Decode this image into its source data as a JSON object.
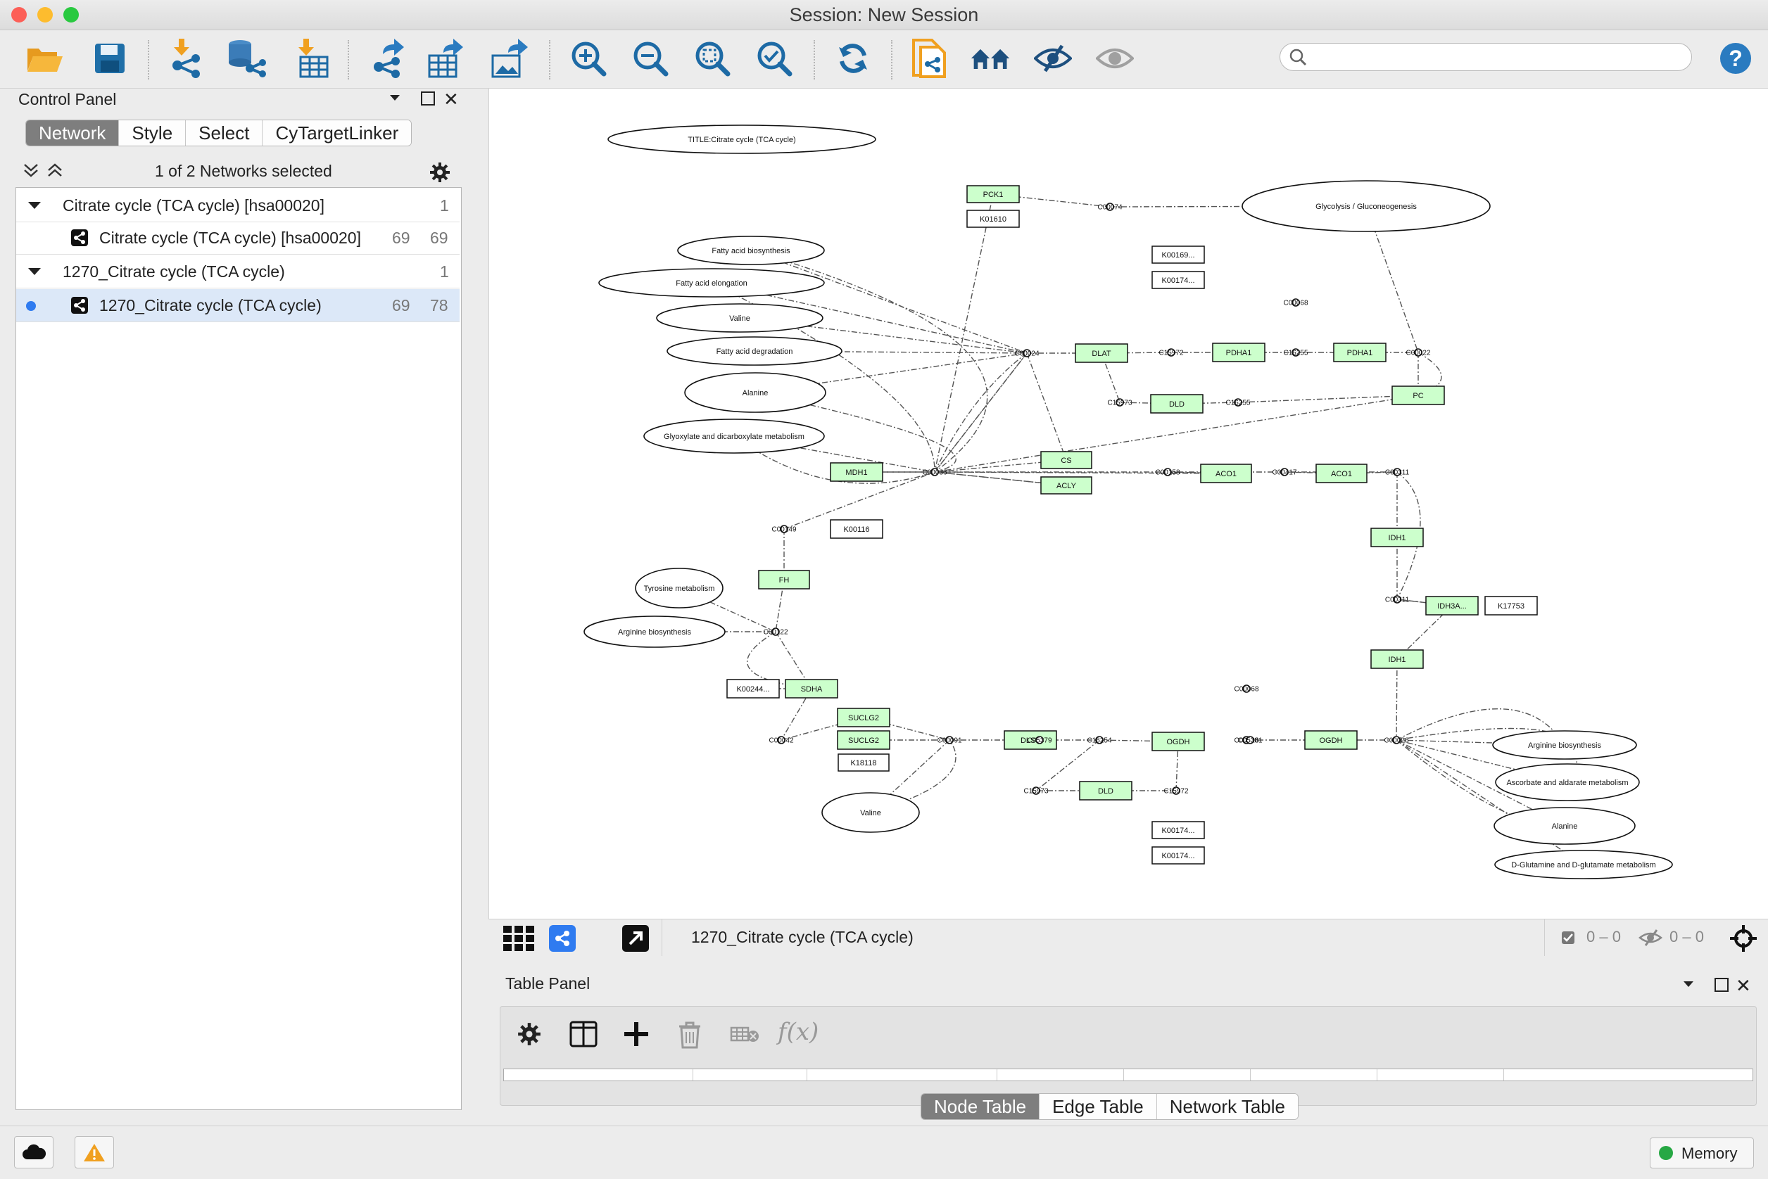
{
  "window": {
    "title": "Session: New Session"
  },
  "control_panel": {
    "title": "Control Panel",
    "tabs": [
      "Network",
      "Style",
      "Select",
      "CyTargetLinker"
    ],
    "active_tab": "Network",
    "selection_summary": "1 of 2 Networks selected",
    "collections": [
      {
        "name": "Citrate cycle (TCA cycle) [hsa00020]",
        "count": "1",
        "network": {
          "name": "Citrate cycle (TCA cycle) [hsa00020]",
          "nodes": "69",
          "edges": "69"
        }
      },
      {
        "name": "1270_Citrate cycle (TCA cycle)",
        "count": "1",
        "network": {
          "name": "1270_Citrate cycle (TCA cycle)",
          "nodes": "69",
          "edges": "78"
        }
      }
    ]
  },
  "network_view": {
    "current_network": "1270_Citrate cycle (TCA cycle)",
    "selected_nodes": "0 – 0",
    "hidden_nodes": "0 – 0",
    "title_node": "TITLE:Citrate cycle (TCA cycle)",
    "pathways": [
      "Glycolysis / Gluconeogenesis",
      "Fatty acid biosynthesis",
      "Fatty acid elongation",
      "Valine",
      "Fatty acid degradation",
      "Alanine",
      "Glyoxylate and dicarboxylate metabolism",
      "Tyrosine metabolism",
      "Arginine biosynthesis",
      "Valine",
      "Arginine biosynthesis",
      "Ascorbate and aldarate metabolism",
      "Alanine",
      "D-Glutamine and D-glutamate metabolism"
    ],
    "genes": [
      "PCK1",
      "DLAT",
      "PDHA1",
      "PDHA1",
      "PC",
      "DLD",
      "CS",
      "ACLY",
      "ACO1",
      "ACO1",
      "MDH1",
      "IDH1",
      "IDH3A...",
      "IDH1",
      "FH",
      "SDHA",
      "SUCLG2",
      "SUCLG2",
      "DLST",
      "OGDH",
      "OGDH",
      "DLD"
    ],
    "orthologs": [
      "K01610",
      "K00169...",
      "K00174...",
      "K00116",
      "K17753",
      "K00244...",
      "K18118",
      "K00174...",
      "K00174..."
    ],
    "compounds": [
      "C00074",
      "C00068",
      "C00024",
      "C15972",
      "C00022",
      "C16255",
      "C15973",
      "C16255",
      "C00036",
      "C00158",
      "C00417",
      "C00311",
      "C00149",
      "C00122",
      "C00311",
      "C00026",
      "C00042",
      "C00091",
      "C16254",
      "C00026",
      "C15973",
      "C15972",
      "C05379",
      "C00068",
      "C05381"
    ]
  },
  "table_panel": {
    "title": "Table Panel",
    "tabs": [
      "Node Table",
      "Edge Table",
      "Network Table"
    ],
    "active_tab": "Node Table"
  },
  "status": {
    "memory_label": "Memory",
    "memory_color": "#27a844"
  },
  "colors": {
    "gene_fill": "#ccffcc",
    "selected_row": "#dce8f8",
    "accent": "#2f7bf0"
  }
}
